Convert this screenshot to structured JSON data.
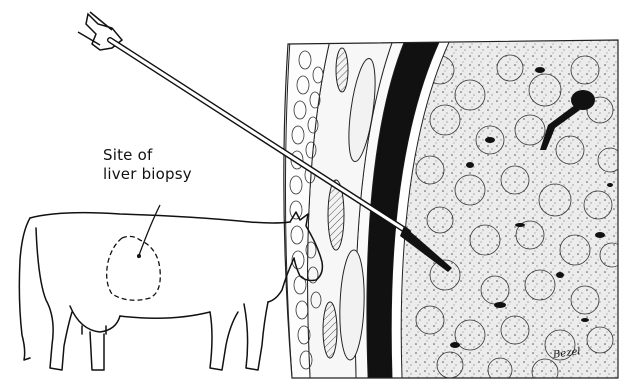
{
  "caption": {
    "line1": "Site of",
    "line2": "liver biopsy"
  },
  "signature": "Bezel",
  "icons": [
    "cow-illustration",
    "biopsy-needle",
    "liver-tissue-section"
  ],
  "colors": {
    "ink": "#111111",
    "paper": "#ffffff"
  }
}
